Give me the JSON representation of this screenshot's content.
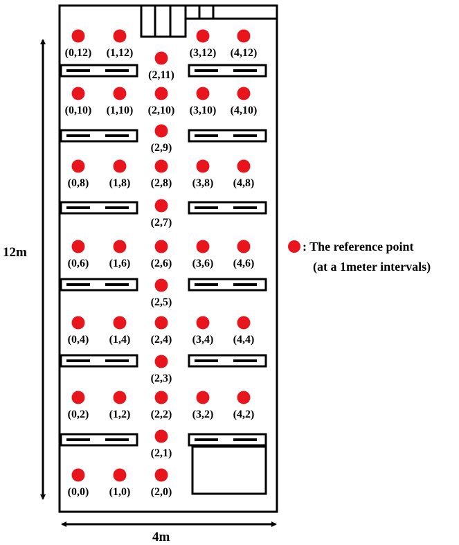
{
  "colors": {
    "point": "#e8161c",
    "stroke": "#000000",
    "background": "#ffffff"
  },
  "dimensions": {
    "height_label": "12m",
    "width_label": "4m"
  },
  "legend": {
    "label": ": The reference point",
    "sublabel": "(at a 1meter intervals)"
  },
  "points": [
    {
      "label": "(0,12)"
    },
    {
      "label": "(1,12)"
    },
    {
      "label": "(3,12)"
    },
    {
      "label": "(4,12)"
    },
    {
      "label": "(2,11)"
    },
    {
      "label": "(0,10)"
    },
    {
      "label": "(1,10)"
    },
    {
      "label": "(2,10)"
    },
    {
      "label": "(3,10)"
    },
    {
      "label": "(4,10)"
    },
    {
      "label": "(2,9)"
    },
    {
      "label": "(0,8)"
    },
    {
      "label": "(1,8)"
    },
    {
      "label": "(2,8)"
    },
    {
      "label": "(3,8)"
    },
    {
      "label": "(4,8)"
    },
    {
      "label": "(2,7)"
    },
    {
      "label": "(0,6)"
    },
    {
      "label": "(1,6)"
    },
    {
      "label": "(2,6)"
    },
    {
      "label": "(3,6)"
    },
    {
      "label": "(4,6)"
    },
    {
      "label": "(2,5)"
    },
    {
      "label": "(0,4)"
    },
    {
      "label": "(1,4)"
    },
    {
      "label": "(2,4)"
    },
    {
      "label": "(3,4)"
    },
    {
      "label": "(4,4)"
    },
    {
      "label": "(2,3)"
    },
    {
      "label": "(0,2)"
    },
    {
      "label": "(1,2)"
    },
    {
      "label": "(2,2)"
    },
    {
      "label": "(3,2)"
    },
    {
      "label": "(4,2)"
    },
    {
      "label": "(2,1)"
    },
    {
      "label": "(0,0)"
    },
    {
      "label": "(1,0)"
    },
    {
      "label": "(2,0)"
    }
  ]
}
